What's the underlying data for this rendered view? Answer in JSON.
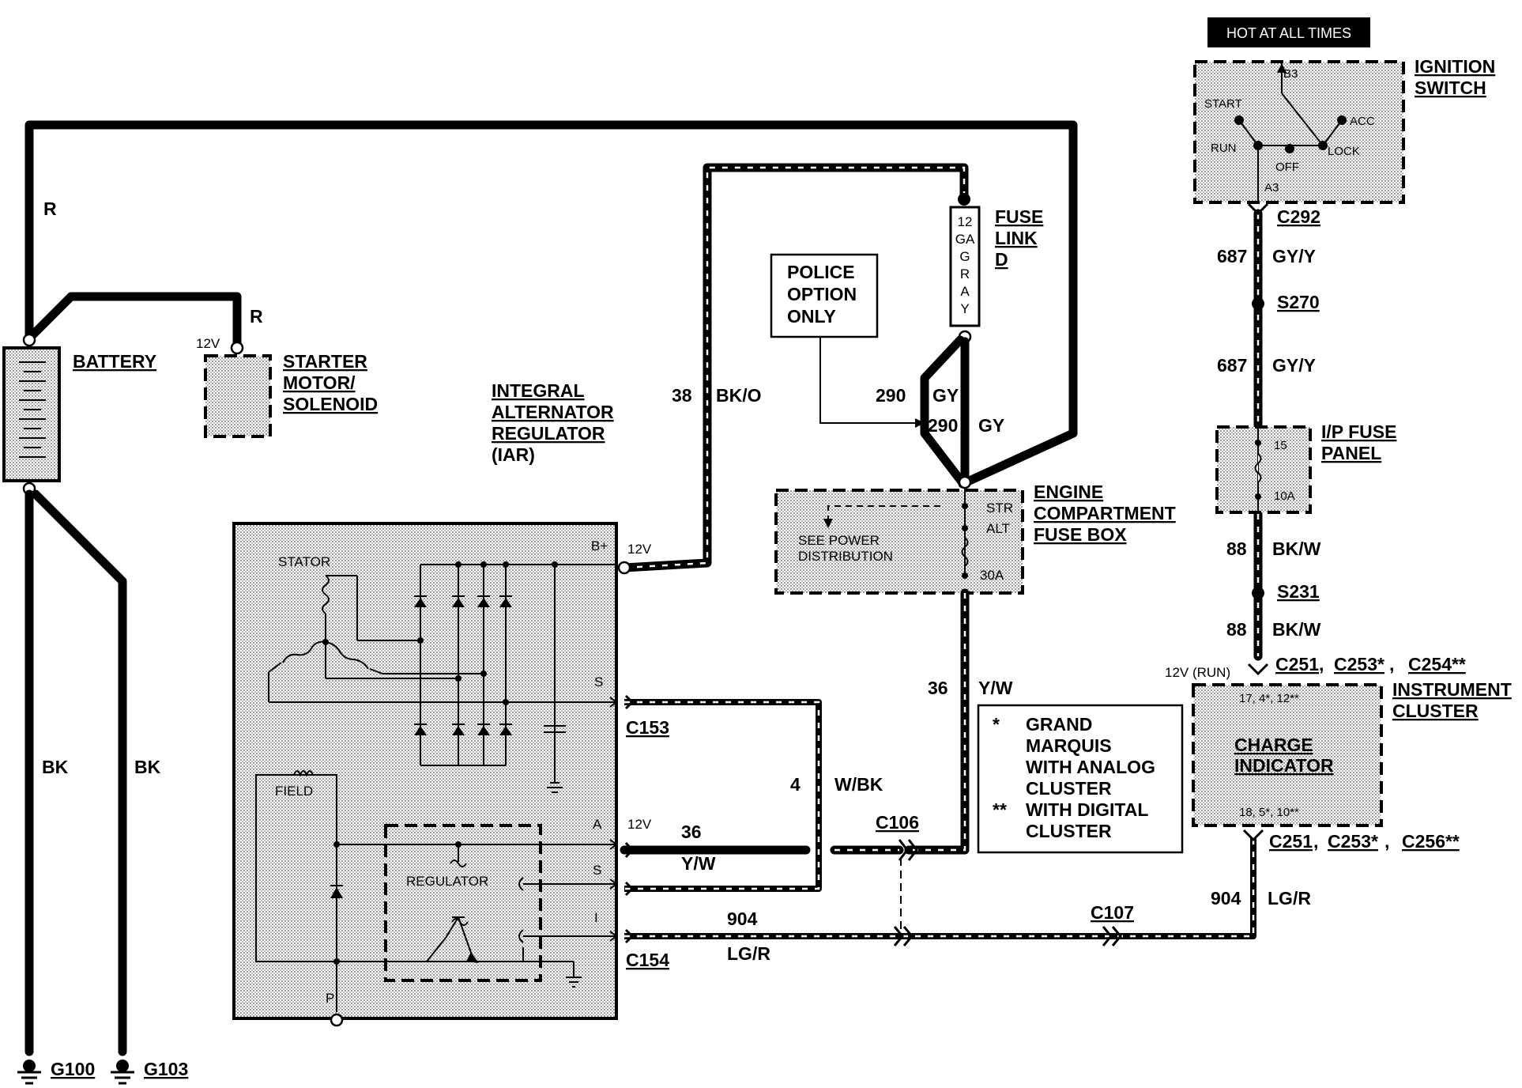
{
  "top": {
    "hot_at_all_times": "HOT AT ALL TIMES"
  },
  "ignition_switch": {
    "title_1": "IGNITION",
    "title_2": "SWITCH",
    "pos_b3": "B3",
    "pos_start": "START",
    "pos_acc": "ACC",
    "pos_run": "RUN",
    "pos_off": "OFF",
    "pos_lock": "LOCK",
    "pos_a3": "A3"
  },
  "right_column": {
    "c292": "C292",
    "w687a_num": "687",
    "w687a_color": "GY/Y",
    "s270": "S270",
    "w687b_num": "687",
    "w687b_color": "GY/Y",
    "ip_fuse_1": "I/P FUSE",
    "ip_fuse_2": "PANEL",
    "fuse_15": "15",
    "fuse_10a": "10A",
    "w88a_num": "88",
    "w88a_color": "BK/W",
    "s231": "S231",
    "w88b_num": "88",
    "w88b_color": "BK/W",
    "run_12v": "12V (RUN)",
    "c251_top": "C251",
    "c253_top": "C253*",
    "c254_top": "C254**",
    "instrument_1": "INSTRUMENT",
    "instrument_2": "CLUSTER",
    "pins_top": "17, 4*, 12**",
    "charge_1": "CHARGE",
    "charge_2": "INDICATOR",
    "pins_bottom": "18, 5*, 10**",
    "c251_bot": "C251",
    "c253_bot": "C253*",
    "c256_bot": "C256**",
    "w904_num": "904",
    "w904_color": "LG/R"
  },
  "fuse_link": {
    "title_1": "FUSE",
    "title_2": "LINK",
    "title_3": "D",
    "v1": "12",
    "v2": "GA",
    "v3": "G",
    "v4": "R",
    "v5": "A",
    "v6": "Y"
  },
  "police": {
    "line_1": "POLICE",
    "line_2": "OPTION",
    "line_3": "ONLY"
  },
  "wires": {
    "w290a_num": "290",
    "w290a_color": "GY",
    "w290b_num": "290",
    "w290b_color": "GY",
    "w38_num": "38",
    "w38_color": "BK/O",
    "w36_num": "36",
    "w36_color": "Y/W",
    "w4_num": "4",
    "w4_color": "W/BK",
    "c106": "C106",
    "c107": "C107",
    "c153": "C153",
    "c154": "C154",
    "a36_num": "36",
    "a36_color": "Y/W",
    "a904_num": "904",
    "a904_color": "LG/R",
    "r_top": "R",
    "r_starter": "R",
    "bk_left": "BK",
    "bk_right": "BK"
  },
  "engine_fuse_box": {
    "title_1": "ENGINE",
    "title_2": "COMPARTMENT",
    "title_3": "FUSE BOX",
    "see_1": "SEE POWER",
    "see_2": "DISTRIBUTION",
    "str": "STR",
    "alt": "ALT",
    "amp": "30A"
  },
  "battery": {
    "title": "BATTERY"
  },
  "starter": {
    "volt": "12V",
    "title_1": "STARTER",
    "title_2": "MOTOR/",
    "title_3": "SOLENOID"
  },
  "iar": {
    "line_1": "INTEGRAL",
    "line_2": "ALTERNATOR",
    "line_3": "REGULATOR",
    "line_4": "(IAR)"
  },
  "alternator": {
    "b_plus": "B+",
    "v12_b": "12V",
    "stator": "STATOR",
    "s1": "S",
    "field": "FIELD",
    "a": "A",
    "v12_a": "12V",
    "regulator": "REGULATOR",
    "s2": "S",
    "i": "I",
    "p": "P"
  },
  "legend": {
    "star_1": "*",
    "text_1": "GRAND",
    "text_2": "MARQUIS",
    "text_3": "WITH ANALOG",
    "text_4": "CLUSTER",
    "star_2": "**",
    "text_5": "WITH DIGITAL",
    "text_6": "CLUSTER"
  },
  "grounds": {
    "g100": "G100",
    "g103": "G103"
  }
}
